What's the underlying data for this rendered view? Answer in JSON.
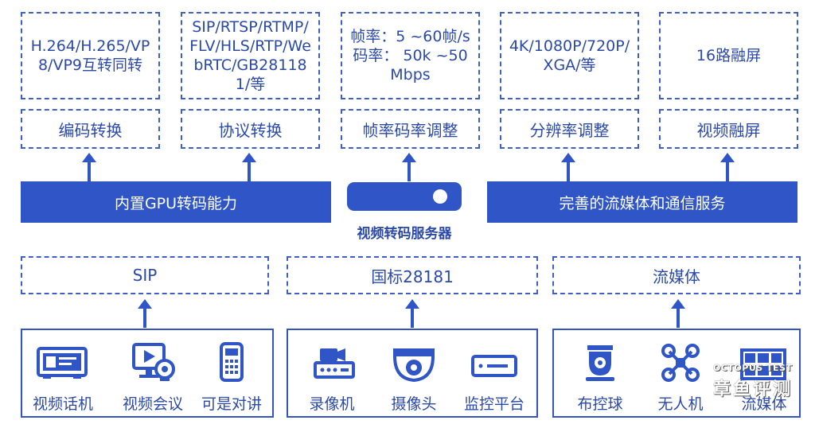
{
  "columns": [
    {
      "spec": "H.264/H.265/VP8/VP9互转同转",
      "function": "编码转换"
    },
    {
      "spec": "SIP/RTSP/RTMP/FLV/HLS/RTP/WebRTC/GB281181/等",
      "function": "协议转换"
    },
    {
      "spec": "帧率：5 ~60帧/s\n码率： 50k ~50Mbps",
      "function": "帧率码率调整"
    },
    {
      "spec": "4K/1080P/720P/XGA/等",
      "function": "分辨率调整"
    },
    {
      "spec": "16路融屏",
      "function": "视频融屏"
    }
  ],
  "capability_left": "内置GPU转码能力",
  "capability_right": "完善的流媒体和通信服务",
  "server_title": "视频转码服务器",
  "protocols": [
    "SIP",
    "国标28181",
    "流媒体"
  ],
  "device_groups": [
    {
      "devices": [
        {
          "label": "视频话机",
          "icon": "video-phone-icon"
        },
        {
          "label": "视频会议",
          "icon": "video-conference-icon"
        },
        {
          "label": "可是对讲",
          "icon": "intercom-icon"
        }
      ]
    },
    {
      "devices": [
        {
          "label": "录像机",
          "icon": "recorder-icon"
        },
        {
          "label": "摄像头",
          "icon": "dome-camera-icon"
        },
        {
          "label": "监控平台",
          "icon": "monitoring-platform-icon"
        }
      ]
    },
    {
      "devices": [
        {
          "label": "布控球",
          "icon": "ptz-ball-icon"
        },
        {
          "label": "无人机",
          "icon": "drone-icon"
        },
        {
          "label": "流媒体",
          "icon": "streaming-grid-icon"
        }
      ]
    }
  ],
  "watermark": {
    "line1": "OCTOPUS TEST",
    "line2": "章鱼评测"
  },
  "colors": {
    "primary": "#2f55c6",
    "border": "#3f5fc4",
    "text": "#2b4aa8"
  }
}
